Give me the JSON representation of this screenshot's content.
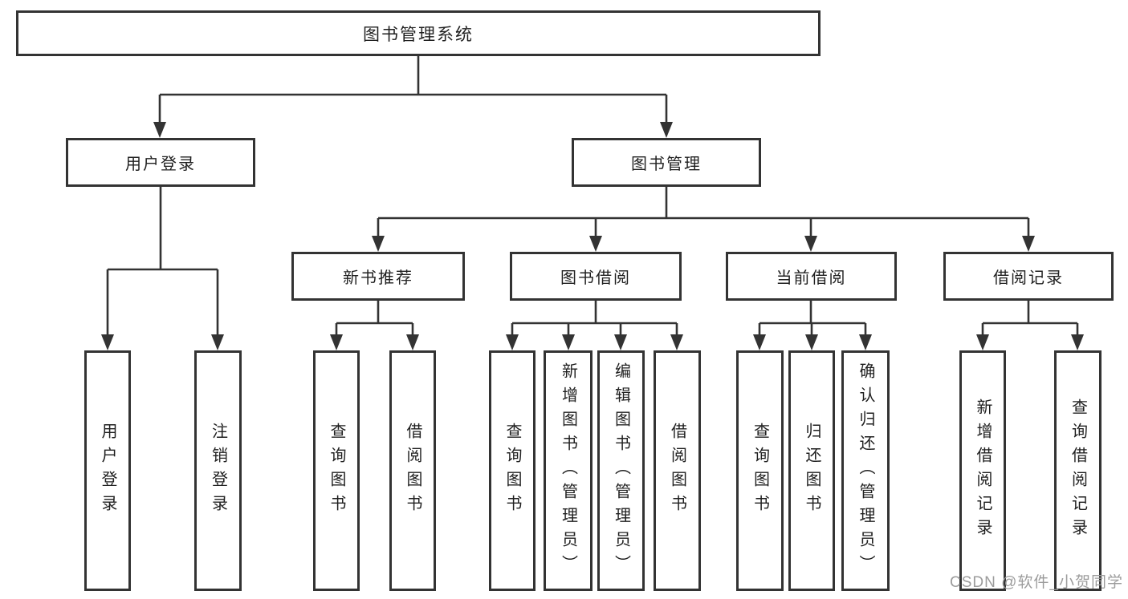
{
  "diagram": {
    "tree": {
      "label": "图书管理系统",
      "children": [
        {
          "label": "用户登录",
          "children": [
            {
              "label": "用户登录"
            },
            {
              "label": "注销登录"
            }
          ]
        },
        {
          "label": "图书管理",
          "children": [
            {
              "label": "新书推荐",
              "children": [
                {
                  "label": "查询图书"
                },
                {
                  "label": "借阅图书"
                }
              ]
            },
            {
              "label": "图书借阅",
              "children": [
                {
                  "label": "查询图书"
                },
                {
                  "label": "新增图书（管理员）"
                },
                {
                  "label": "编辑图书（管理员）"
                },
                {
                  "label": "借阅图书"
                }
              ]
            },
            {
              "label": "当前借阅",
              "children": [
                {
                  "label": "查询图书"
                },
                {
                  "label": "归还图书"
                },
                {
                  "label": "确认归还（管理员）"
                }
              ]
            },
            {
              "label": "借阅记录",
              "children": [
                {
                  "label": "新增借阅记录"
                },
                {
                  "label": "查询借阅记录"
                }
              ]
            }
          ]
        }
      ]
    }
  },
  "watermark": {
    "text": "CSDN @软件_小贺同学"
  },
  "colors": {
    "line": "#333333",
    "box_border": "#333333",
    "text": "#1f1f1f",
    "background": "#ffffff",
    "watermark": "#9c9c9c"
  }
}
